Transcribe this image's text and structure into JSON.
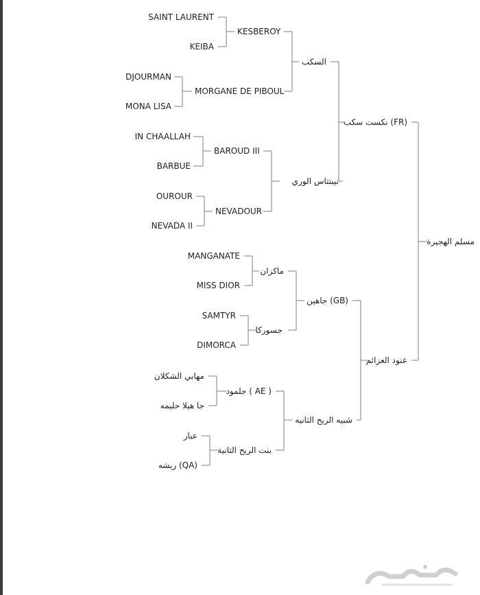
{
  "pedigree": {
    "subject": "مسلم الهجيرة",
    "sire": "نكست سكب (FR)",
    "dam": "عنود العزائم",
    "sire_sire": "السكب",
    "sire_dam": "نيبتتاس الوري",
    "dam_sire": "جاهين (GB)",
    "dam_dam": "شبيه الريح الثانيه",
    "sss": "KESBEROY",
    "ssd": "MORGANE DE PIBOUL",
    "sds": "BAROUD III",
    "sdd": "NEVADOUR",
    "dss": "ماكزان",
    "dsd": "جسوركا",
    "dds": "جلمود ( AE )",
    "ddd": "بنت الريح الثانية",
    "ssss": "SAINT LAURENT",
    "sssd": "KEIBA",
    "ssds": "DJOURMAN",
    "ssdd": "MONA LISA",
    "sdss": "IN CHAALLAH",
    "sdsd": "BARBUE",
    "sdds": "OUROUR",
    "sddd": "NEVADA II",
    "dsss": "MANGANATE",
    "dssd": "MISS DIOR",
    "dsds": "SAMTYR",
    "dsdd": "DIMORCA",
    "ddss": "مهابي الشكلان",
    "ddsd": "جا هيلا حليمه",
    "ddds": "عبار",
    "dddd": "ريشه (QA)"
  },
  "watermark": {
    "logo_text": "حراج",
    "color": "#d0d0d0"
  }
}
